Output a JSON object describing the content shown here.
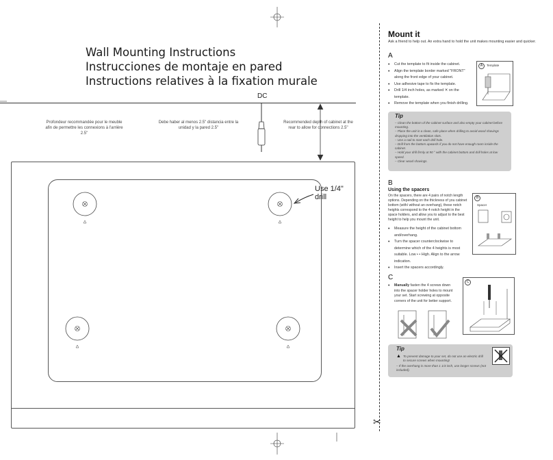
{
  "titles": {
    "en": "Wall Mounting Instructions",
    "es": "Instrucciones de montaje en pared",
    "fr": "Instructions relatives à la fixation murale"
  },
  "dc_label": "DC",
  "notes": {
    "fr": "Profondeur recommandée pour le meuble afin de permettre les connexions à l'arrière 2.5\"",
    "es": "Debe haber al menos 2.5\" distancia entre la unidad y la pared 2.5\"",
    "en": "Recommended depth of cabinet at the rear to allow for connections 2.5\""
  },
  "drill_label": "Use 1/4\" drill",
  "mount": {
    "title": "Mount it",
    "intro": "Ask a friend to help out. An extra hand to hold the unit makes mounting easier and quicker."
  },
  "section_a": {
    "letter": "A",
    "items": [
      "Cut the template to fit inside the cabinet.",
      "Align the template border marked \"FRONT\" along the front edge of your cabinet.",
      "Use adhesive tape to fix the template.",
      "Drill 1/4 inch holes, as marked ✕ on the template.",
      "Remove the template when you finish drilling."
    ],
    "figure_letter": "A",
    "figure_label": "Template"
  },
  "tip1": {
    "title": "Tip",
    "lines": [
      "– Clean the bottom of the cabinet surface and also empty your cabinet before mounting.",
      "– Place the unit in a clean, safe place when drilling to avoid wood shavings dropping into the ventilation slots.",
      "– Use a nail to start each drill hole.",
      "– Drill from the bottom upwards if you do not have enough room inside the cabinet.",
      "– Hold your drill firmly at 90 ° with the cabinet bottom and drill holes at low speed.",
      "– Clear wood shavings."
    ]
  },
  "section_b": {
    "letter": "B",
    "subtitle": "Using the spacers",
    "intro": "On the spacers, there are 4 pairs of notch length options. Depending on the thickness of you cabinet bottom (with/ without an overhang), these notch heights correspond to the 4 notch height in the space holders, and allow you to adjust to the best height to help you mount the unit.",
    "items": [
      "Measure the height of the cabinet bottom and/overhang.",
      "Turn the spacer counterclockwise to determine which of the 4 heights is most suitable. Low • • High. Align to the arrow indication.",
      "Insert the spacers accordingly."
    ],
    "figure_letter": "B",
    "figure_label": "Spacer"
  },
  "section_c": {
    "letter": "C",
    "lead": "Manually",
    "text": " fasten the 4 screws down into the spacer holder holes to mount your set. Start screwing at opposite corners of the unit for better support.",
    "figure_letter": "C"
  },
  "tip2": {
    "title": "Tip",
    "lines": [
      "To prevent damage to your set, do not use an electric drill to secure screws when mounting!",
      "– If the overhang is more than 1 1/4 inch, use longer screws (not included)."
    ]
  }
}
